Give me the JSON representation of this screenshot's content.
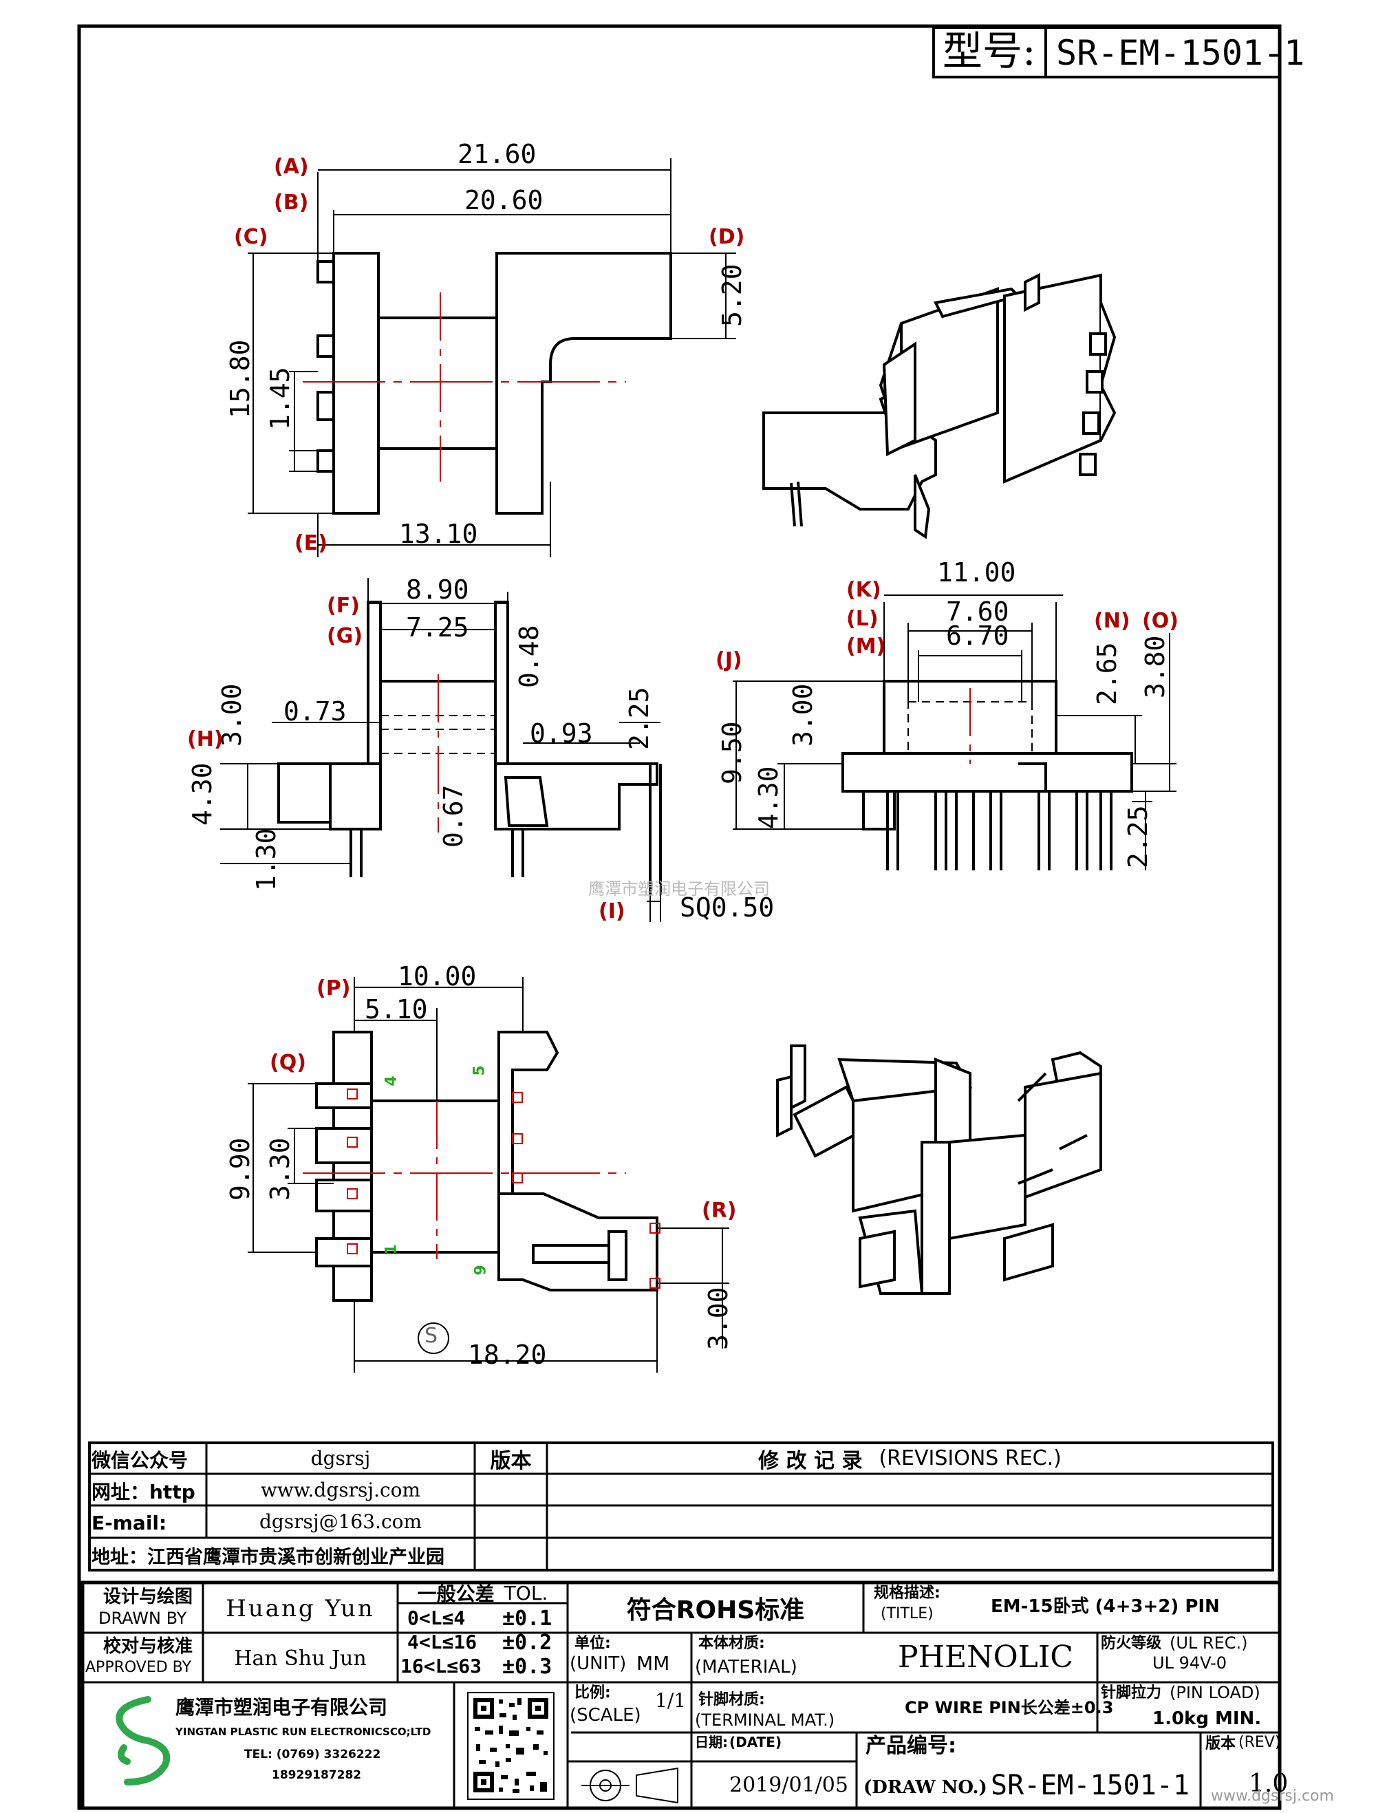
{
  "header": {
    "model_label": "型号:",
    "model_value": "SR-EM-1501-1"
  },
  "drawing": {
    "watermark": "鹰潭市塑润电子有限公司",
    "feature_labels": [
      "(A)",
      "(B)",
      "(C)",
      "(D)",
      "(E)",
      "(F)",
      "(G)",
      "(H)",
      "(I)",
      "(J)",
      "(K)",
      "(L)",
      "(M)",
      "(N)",
      "(O)",
      "(P)",
      "(Q)",
      "(R)"
    ],
    "dims": {
      "top_a": "21.60",
      "top_b": "20.60",
      "top_d": "5.20",
      "top_c": "15.80",
      "top_145": "1.45",
      "top_e": "13.10",
      "side_f": "8.90",
      "side_g": "7.25",
      "side_048": "0.48",
      "side_073": "0.73",
      "side_093": "0.93",
      "side_300": "3.00",
      "side_225": "2.25",
      "side_430": "4.30",
      "side_067": "0.67",
      "side_130": "1.30",
      "side_sq": "SQ0.50",
      "front_k": "11.00",
      "front_l": "7.60",
      "front_m": "6.70",
      "front_265": "2.65",
      "front_380": "3.80",
      "front_950": "9.50",
      "front_300": "3.00",
      "front_430": "4.30",
      "front_225": "2.25",
      "bot_p": "10.00",
      "bot_510": "5.10",
      "bot_990": "9.90",
      "bot_330": "3.30",
      "bot_1820": "18.20",
      "bot_300": "3.00"
    },
    "pin_numbers": [
      "4",
      "5",
      "1",
      "9"
    ],
    "s_mark": "S"
  },
  "contact_block": {
    "wechat_label": "微信公众号",
    "wechat_value": "dgsrsj",
    "web_label": "网址：http",
    "web_value": "www.dgsrsj.com",
    "email_label": "E-mail:",
    "email_value": "dgsrsj@163.com",
    "address": "地址：江西省鹰潭市贵溪市创新创业产业园",
    "version_header": "版本",
    "revisions_header": "修 改 记 录",
    "revisions_header_en": "(REVISIONS REC.)"
  },
  "title_block": {
    "drawn_cn": "设计与绘图",
    "drawn_en": "DRAWN BY",
    "drawn_value": "Huang Yun",
    "approved_cn": "校对与核准",
    "approved_en": "APPROVED BY",
    "approved_value": "Han Shu Jun",
    "tol_cn": "一般公差",
    "tol_en": "TOL.",
    "tol_rows": [
      {
        "range": "0<L≤4",
        "value": "±0.1"
      },
      {
        "range": "4<L≤16",
        "value": "±0.2"
      },
      {
        "range": "16<L≤63",
        "value": "±0.3"
      }
    ],
    "rohs": "符合ROHS标准",
    "title_cn": "规格描述:",
    "title_en": "(TITLE)",
    "title_value": "EM-15卧式 (4+3+2) PIN",
    "unit_cn": "单位:",
    "unit_en": "(UNIT)",
    "unit_value": "MM",
    "material_cn": "本体材质:",
    "material_en": "(MATERIAL)",
    "material_value": "PHENOLIC",
    "fire_cn": "防火等级",
    "fire_en": "(UL REC.)",
    "fire_value": "UL 94V-0",
    "scale_cn": "比例:",
    "scale_en": "(SCALE)",
    "scale_value": "1/1",
    "terminal_cn": "针脚材质:",
    "terminal_en": "(TERMINAL MAT.)",
    "terminal_value": "CP WIRE PIN长公差±0.3",
    "load_cn": "针脚拉力",
    "load_en": "(PIN LOAD)",
    "load_value": "1.0kg MIN.",
    "company_cn": "鹰潭市塑润电子有限公司",
    "company_en": "YINGTAN PLASTIC RUN ELECTRONICSCO;LTD",
    "tel": "TEL: (0769) 3326222",
    "mobile": "18929187282",
    "date_cn": "日期:",
    "date_en": "(DATE)",
    "date_value": "2019/01/05",
    "drawno_cn": "产品编号:",
    "drawno_en": "(DRAW NO.)",
    "drawno_value": "SR-EM-1501-1",
    "rev_cn": "版本",
    "rev_en": "(REV)",
    "rev_value": "1.0",
    "site": "www.dgsrsj.com"
  },
  "colors": {
    "label_red": "#b00000",
    "center_line": "#d00000",
    "pin_green": "#22aa22",
    "logo_green": "#2ea84a"
  }
}
